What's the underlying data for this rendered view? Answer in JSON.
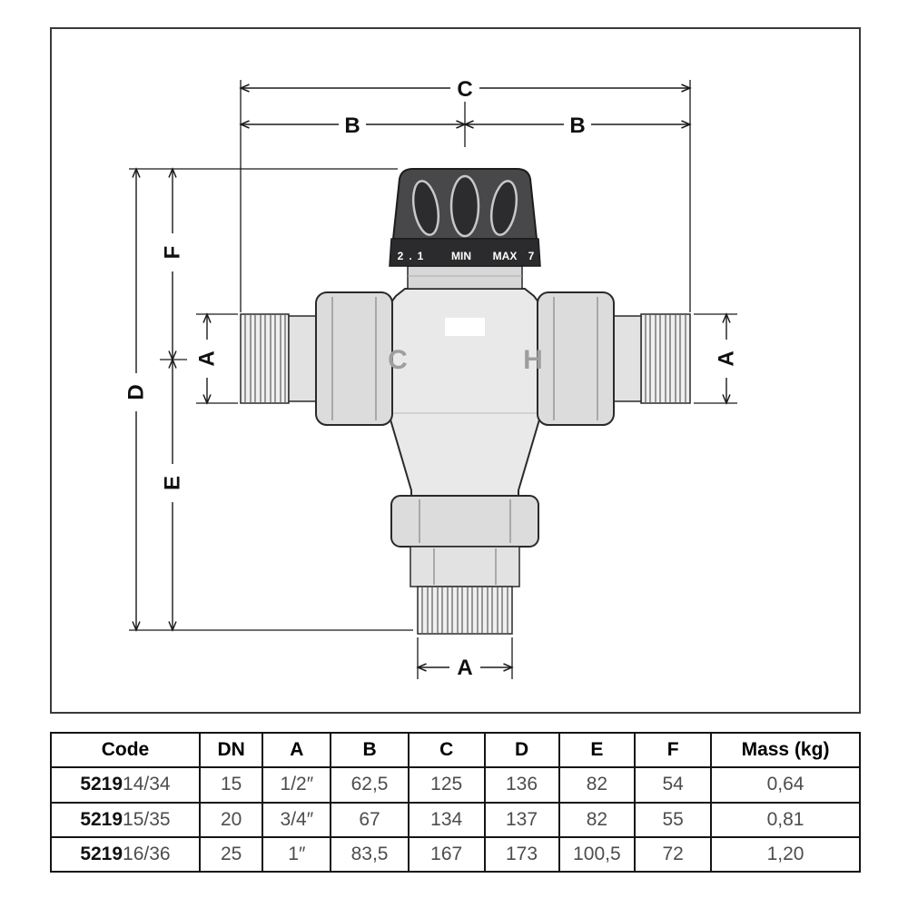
{
  "diagram": {
    "dim_letters": {
      "A": "A",
      "B": "B",
      "C": "C",
      "D": "D",
      "E": "E",
      "F": "F"
    },
    "ports": {
      "cold": "C",
      "hot": "H"
    },
    "knob_scale": [
      "2",
      ".",
      "1",
      "MIN",
      "MAX",
      "7"
    ],
    "colors": {
      "knob": "#48484b",
      "knob_band": "#2b2b2d",
      "body": "#e9e9e9",
      "dimension_line": "#1a1a1a"
    }
  },
  "table": {
    "headers": [
      "Code",
      "DN",
      "A",
      "B",
      "C",
      "D",
      "E",
      "F",
      "Mass (kg)"
    ],
    "rows": [
      {
        "code_prefix": "5219",
        "code_suffix": "14/34",
        "dn": "15",
        "a": "1/2″",
        "b": "62,5",
        "c": "125",
        "d": "136",
        "e": "82",
        "f": "54",
        "mass": "0,64"
      },
      {
        "code_prefix": "5219",
        "code_suffix": "15/35",
        "dn": "20",
        "a": "3/4″",
        "b": "67",
        "c": "134",
        "d": "137",
        "e": "82",
        "f": "55",
        "mass": "0,81"
      },
      {
        "code_prefix": "5219",
        "code_suffix": "16/36",
        "dn": "25",
        "a": "1″",
        "b": "83,5",
        "c": "167",
        "d": "173",
        "e": "100,5",
        "f": "72",
        "mass": "1,20"
      }
    ]
  }
}
